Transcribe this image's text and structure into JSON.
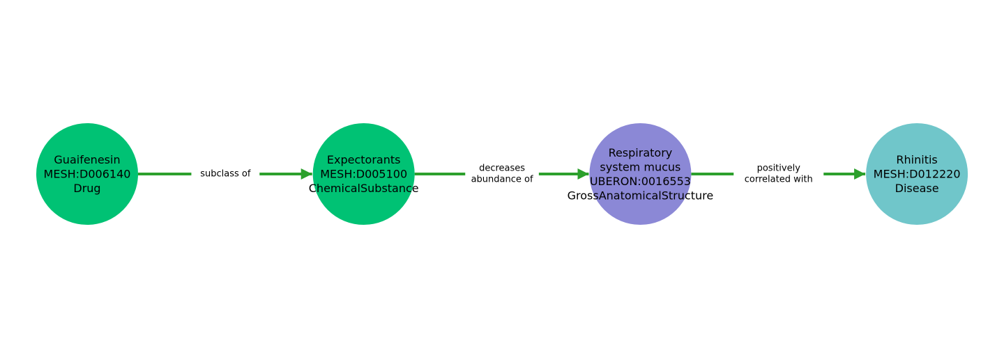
{
  "graph": {
    "nodes": [
      {
        "id": "n0",
        "lines": [
          "Guaifenesin",
          "MESH:D006140",
          "Drug"
        ],
        "color": "#00c274"
      },
      {
        "id": "n1",
        "lines": [
          "Expectorants",
          "MESH:D005100",
          "ChemicalSubstance"
        ],
        "color": "#00c274"
      },
      {
        "id": "n2",
        "lines": [
          "Respiratory",
          "system mucus",
          "UBERON:0016553",
          "GrossAnatomicalStructure"
        ],
        "color": "#8b88d6"
      },
      {
        "id": "n3",
        "lines": [
          "Rhinitis",
          "MESH:D012220",
          "Disease"
        ],
        "color": "#70c6ca"
      }
    ],
    "edges": [
      {
        "source": "n0",
        "target": "n1",
        "lines": [
          "subclass of"
        ]
      },
      {
        "source": "n1",
        "target": "n2",
        "lines": [
          "decreases",
          "abundance of"
        ]
      },
      {
        "source": "n2",
        "target": "n3",
        "lines": [
          "positively",
          "correlated with"
        ]
      }
    ],
    "edge_color": "#2ca02c"
  }
}
